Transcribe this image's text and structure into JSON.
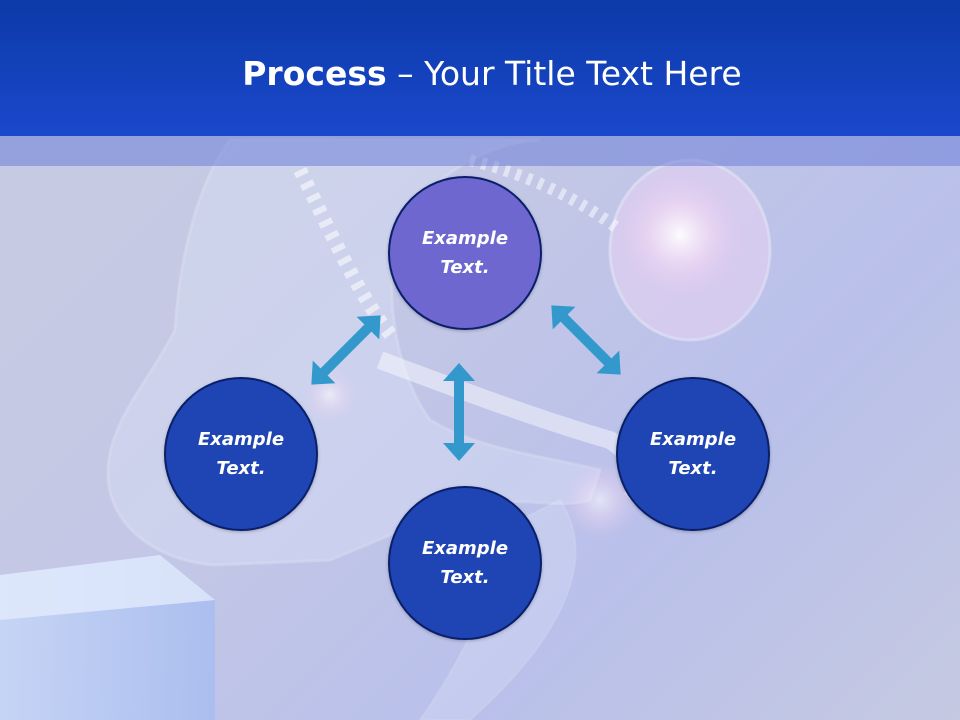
{
  "title": {
    "strong": "Process",
    "rest": " – Your Title Text Here"
  },
  "nodes": [
    {
      "id": "top",
      "text": "Example\nText."
    },
    {
      "id": "left",
      "text": "Example\nText."
    },
    {
      "id": "right",
      "text": "Example\nText."
    },
    {
      "id": "bottom",
      "text": "Example\nText."
    }
  ],
  "colors": {
    "header": "#1a48cc",
    "node_dark": "#1f45b4",
    "node_light": "#6e67cf",
    "arrow": "#3399cc"
  }
}
